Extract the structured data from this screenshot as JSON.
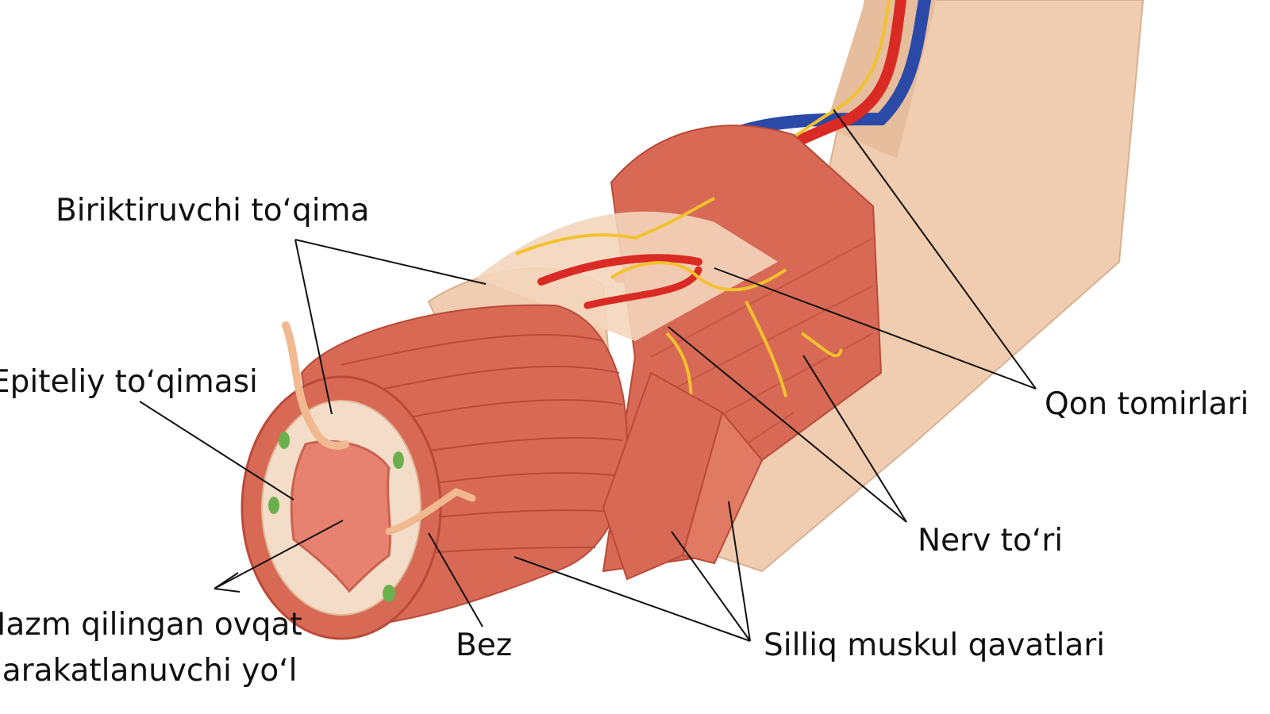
{
  "labels": {
    "connective_tissue": "Biriktiruvchi to‘qima",
    "epithelial_tissue": "Epiteliy to‘qimasi",
    "blood_vessels": "Qon tomirlari",
    "nerve": "Nerv to‘ri",
    "food_path_line1": "Hazm qilingan ovqat",
    "food_path_line2": "harakatlanuvchi yo‘l",
    "gland": "Bez",
    "smooth_muscle": "Silliq muskul qavatlari"
  },
  "colors": {
    "tan": "#f0cdb0",
    "tan_dark": "#d9b091",
    "muscle": "#d86a55",
    "muscle_dark": "#b94a38",
    "mucosa": "#e88270",
    "artery": "#d92a24",
    "vein": "#2b4aa8",
    "nerve": "#f2c22e",
    "gland_green": "#6ab04c",
    "line": "#111111"
  }
}
